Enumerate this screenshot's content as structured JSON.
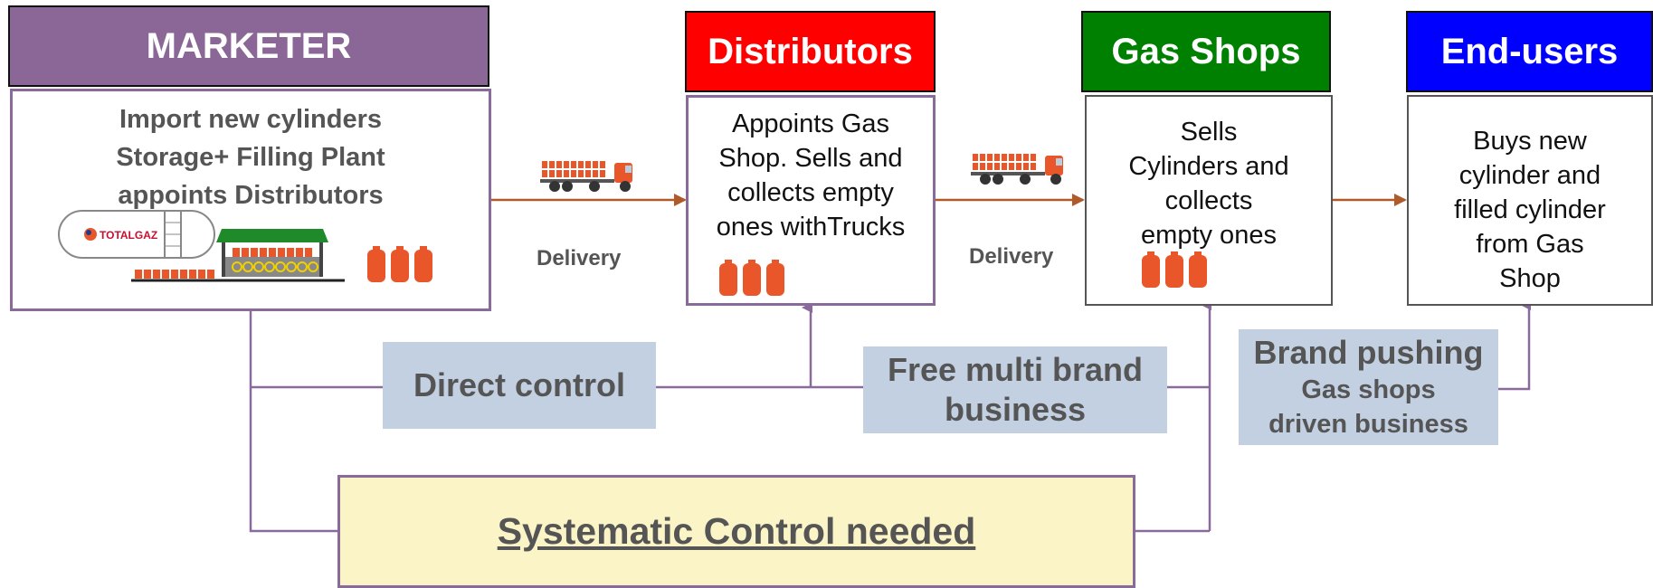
{
  "columns": {
    "marketer": {
      "header": "MARKETER",
      "header_color": "#8a6797",
      "lines": [
        "Import new cylinders",
        "Storage+ Filling Plant",
        "appoints Distributors"
      ],
      "logo_text": "TOTALGAZ"
    },
    "distributors": {
      "header": "Distributors",
      "header_color": "#ff0000",
      "lines": [
        "Appoints Gas",
        "Shop. Sells and",
        "collects empty",
        "ones withTrucks"
      ]
    },
    "gas_shops": {
      "header": "Gas Shops",
      "header_color": "#008000",
      "lines": [
        "Sells",
        "Cylinders and",
        "collects",
        "empty ones"
      ]
    },
    "end_users": {
      "header": "End-users",
      "header_color": "#0000ff",
      "lines": [
        "Buys new",
        "cylinder and",
        "filled cylinder",
        "from Gas",
        "Shop"
      ]
    }
  },
  "flows": {
    "delivery_1": "Delivery",
    "delivery_2": "Delivery"
  },
  "controls": {
    "direct": "Direct control",
    "free_multi": [
      "Free multi brand",
      "business"
    ],
    "brand_pushing": [
      "Brand pushing",
      "Gas shops",
      "driven business"
    ],
    "systematic": "Systematic Control needed"
  },
  "colors": {
    "connector": "#8a6a9a",
    "flow_arrow": "#b05a2a",
    "label_bg": "#c3d0e2",
    "systematic_bg": "#fbf4c6",
    "cylinder": "#e8562a"
  },
  "icons": [
    "truck-icon",
    "gas-cylinder-icon",
    "storage-tank-icon",
    "filling-plant-icon"
  ]
}
